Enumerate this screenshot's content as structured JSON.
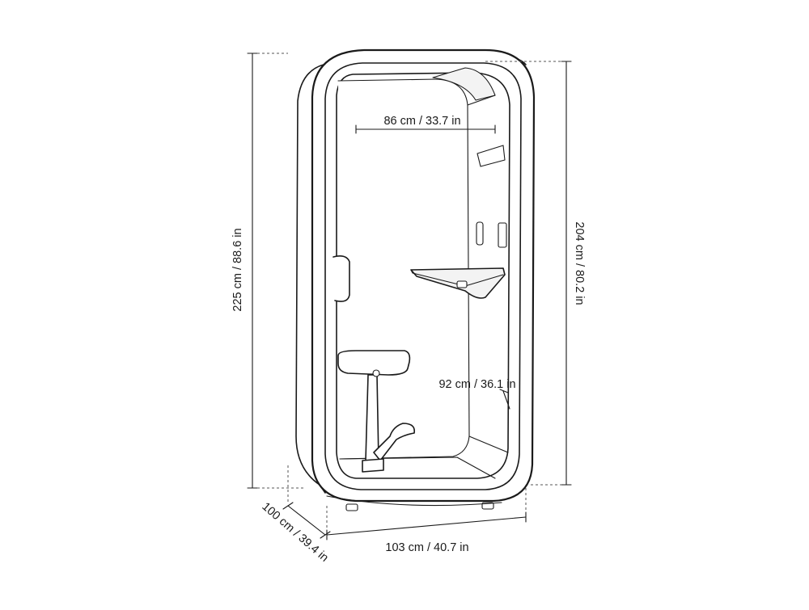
{
  "dimensions": {
    "height_total": "225 cm / 88.6 in",
    "height_interior": "204 cm / 80.2 in",
    "width_interior": "86 cm / 33.7 in",
    "desk_height": "92 cm / 36.1 in",
    "width_total": "103 cm / 40.7 in",
    "depth_total": "100 cm / 39.4 in"
  },
  "colors": {
    "line": "#1a1a1a",
    "background": "#ffffff"
  }
}
